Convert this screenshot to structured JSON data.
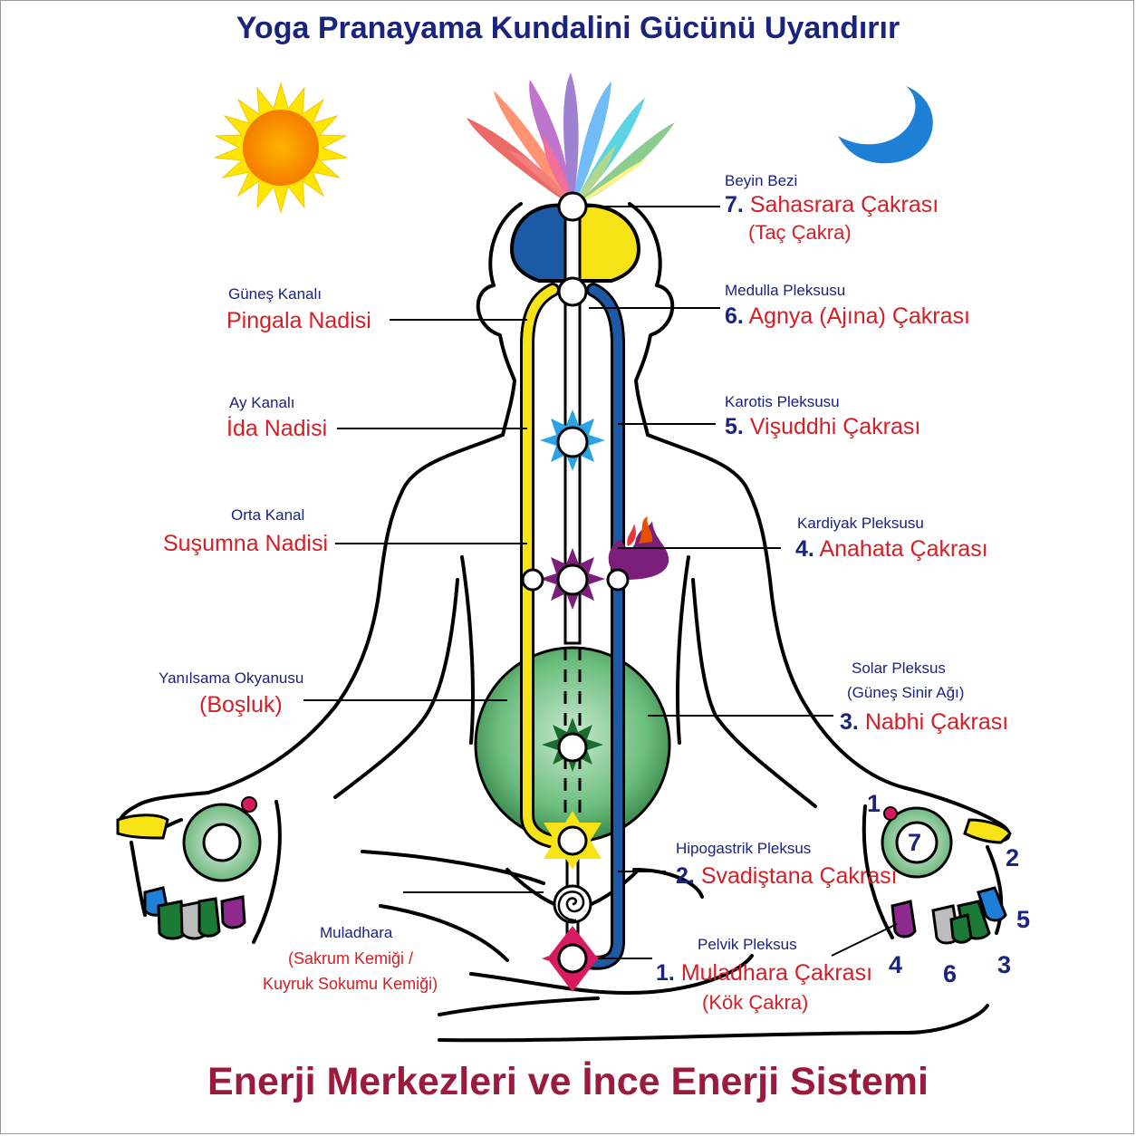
{
  "title": "Yoga Pranayama Kundalini Gücünü Uyandırır",
  "subtitle": "Enerji Merkezleri ve İnce Enerji Sistemi",
  "icons": {
    "sun": "sun-icon",
    "moon": "crescent-moon-icon"
  },
  "colors": {
    "pingala": "#f7e316",
    "ida": "#1c5aa6",
    "label_red": "#d32027",
    "label_blue": "#1a237e",
    "title_bottom": "#9c1b3c"
  },
  "chakras": [
    {
      "sub": "Beyin Bezi",
      "num": "7.",
      "name": "Sahasrara Çakrası",
      "alt": "(Taç Çakra)"
    },
    {
      "sub": "Medulla Pleksusu",
      "num": "6.",
      "name": "Agnya (Ajına) Çakrası"
    },
    {
      "sub": "Karotis Pleksusu",
      "num": "5.",
      "name": "Vişuddhi Çakrası"
    },
    {
      "sub": "Kardiyak Pleksusu",
      "num": "4.",
      "name": "Anahata Çakrası"
    },
    {
      "sub": "Solar Pleksus",
      "sub2": "(Güneş Sinir Ağı)",
      "num": "3.",
      "name": "Nabhi Çakrası"
    },
    {
      "sub": "Hipogastrik Pleksus",
      "num": "2.",
      "name": "Svadiştana Çakrası"
    },
    {
      "sub": "Pelvik Pleksus",
      "num": "1.",
      "name": "Muladhara Çakrası",
      "alt": "(Kök Çakra)"
    }
  ],
  "channels": [
    {
      "sub": "Güneş Kanalı",
      "name": "Pingala Nadisi"
    },
    {
      "sub": "Ay Kanalı",
      "name": "İda Nadisi"
    },
    {
      "sub": "Orta Kanal",
      "name": "Suşumna Nadisi"
    },
    {
      "sub": "Yanılsama Okyanusu",
      "name": "(Boşluk)"
    },
    {
      "sub": "Muladhara",
      "name": "(Sakrum Kemiği /",
      "name2": "Kuyruk Sokumu Kemiği)"
    }
  ],
  "hand_numbers": [
    "1",
    "7",
    "2",
    "5",
    "3",
    "6",
    "4"
  ]
}
